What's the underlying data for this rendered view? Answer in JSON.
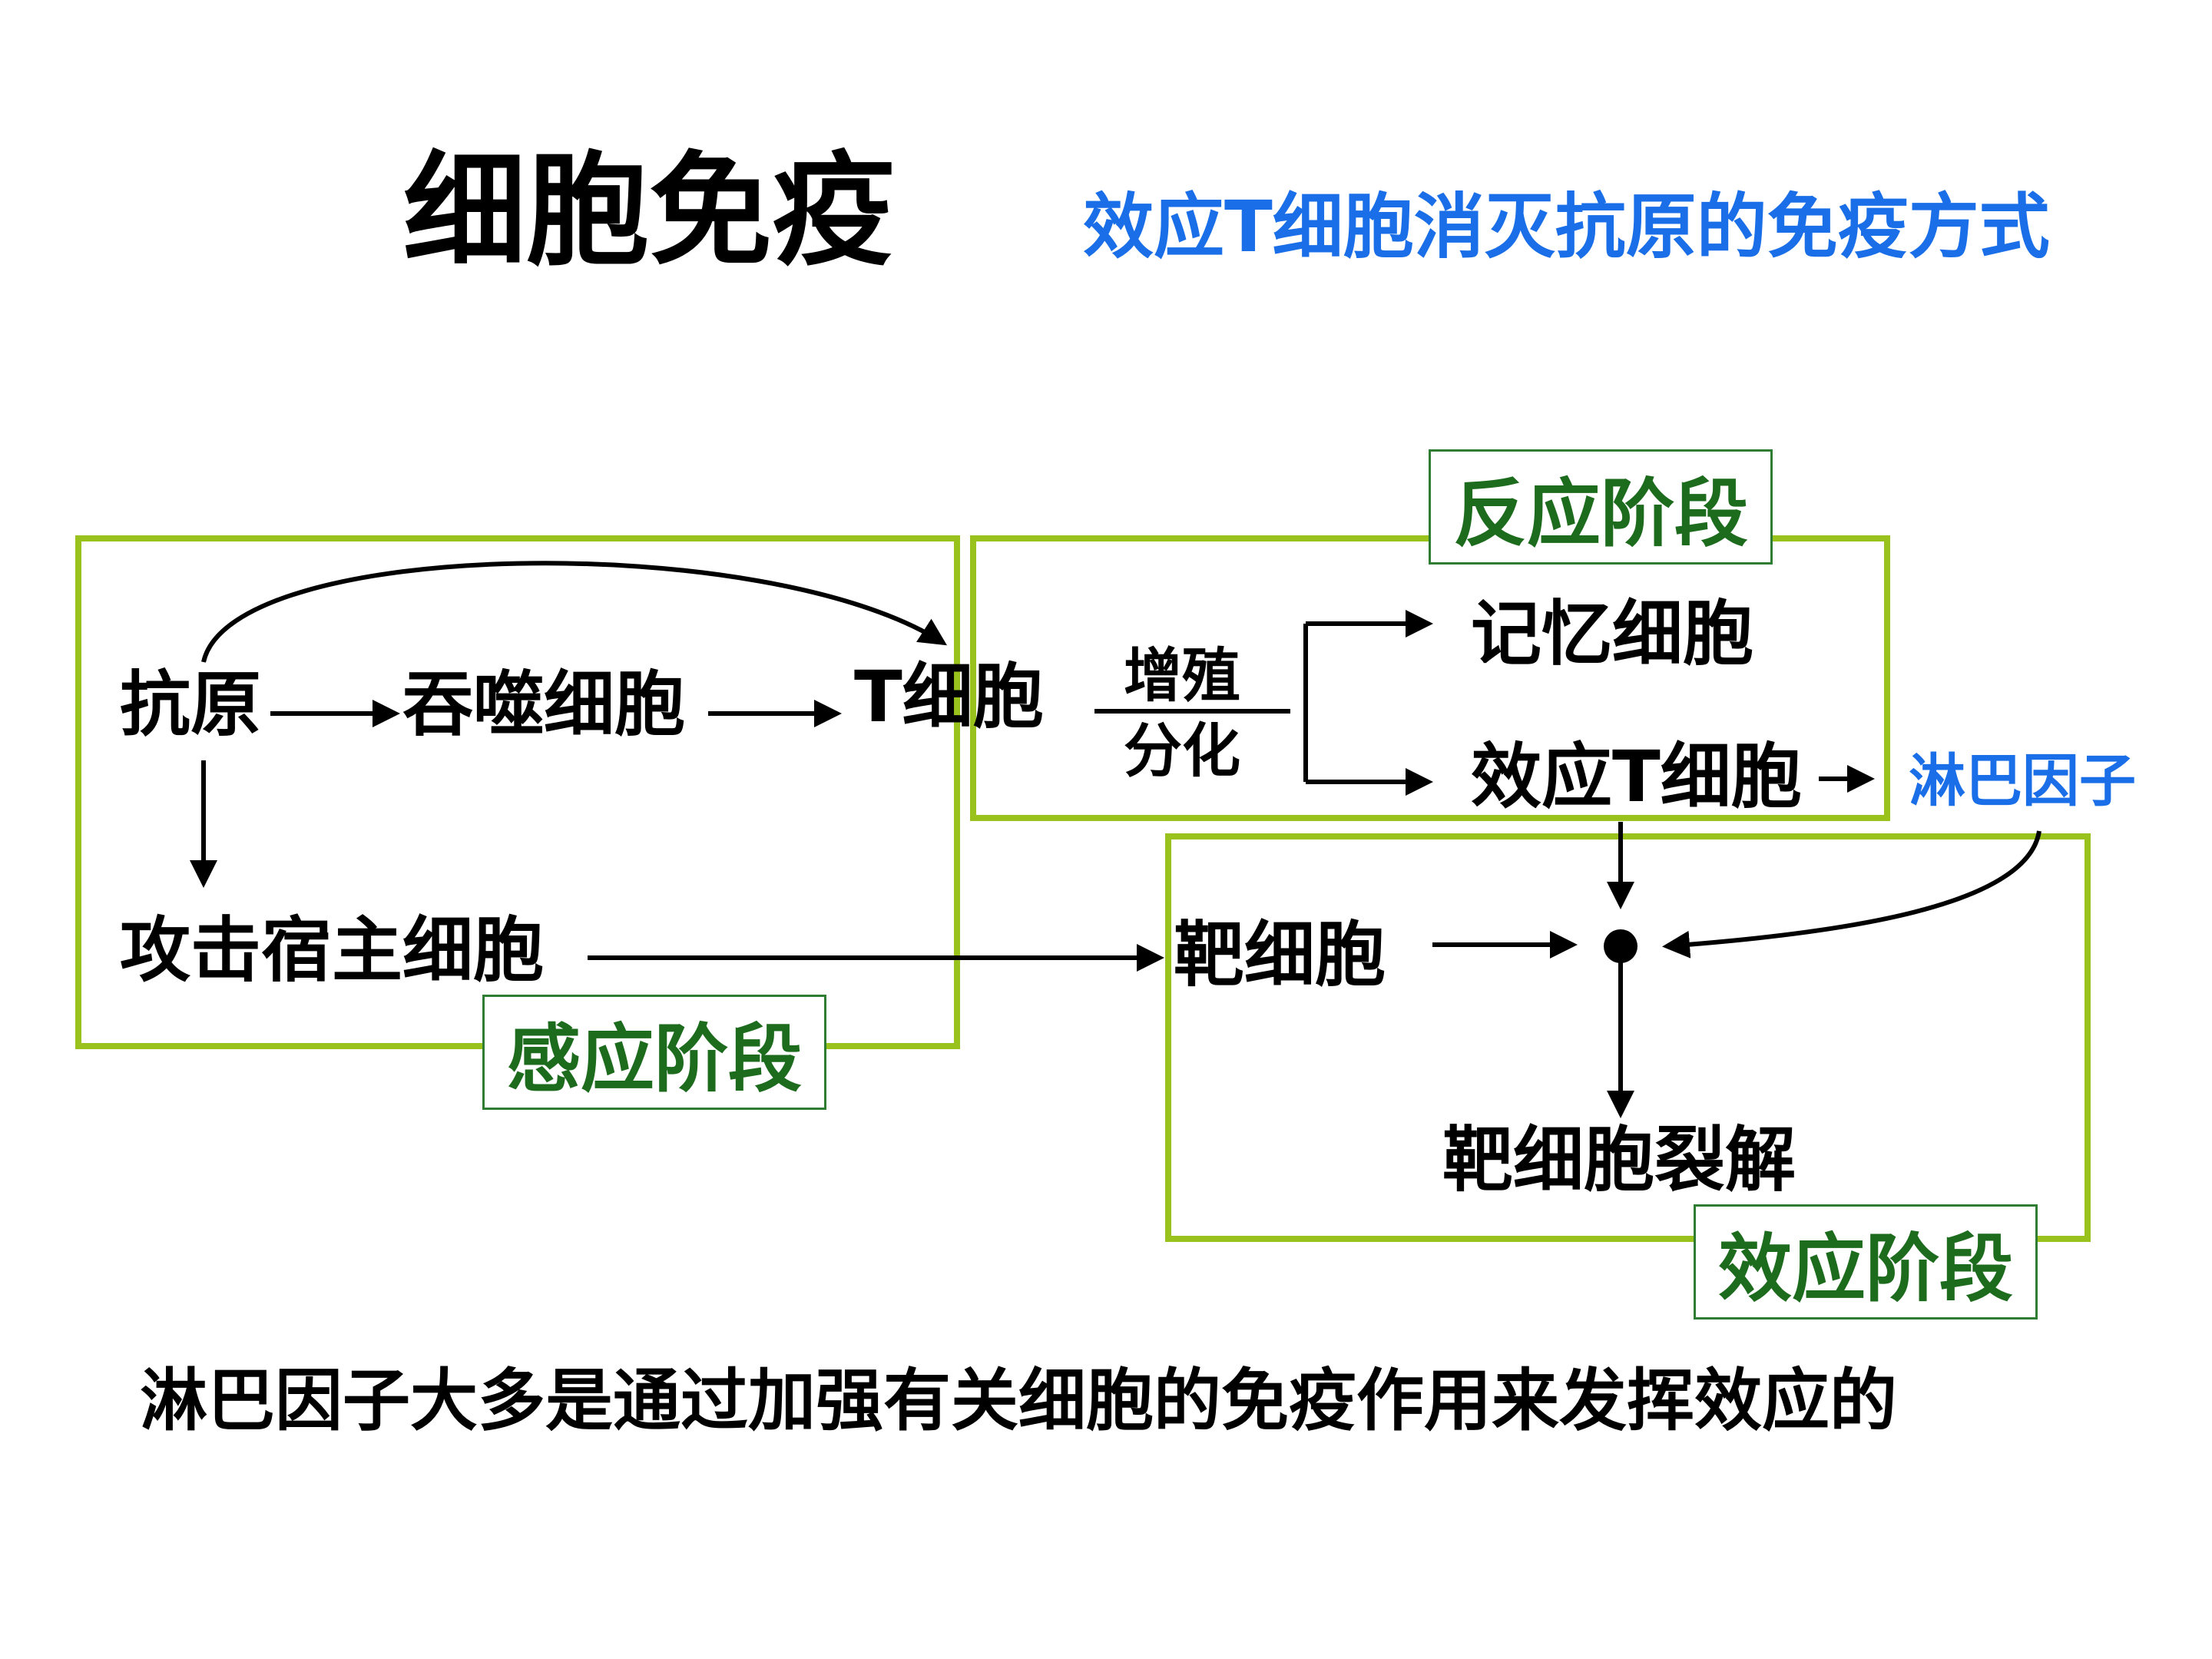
{
  "title": "细胞免疫",
  "subtitle": "效应T细胞消灭抗原的免疫方式",
  "stages": {
    "induction": "感应阶段",
    "reaction": "反应阶段",
    "effect": "效应阶段"
  },
  "nodes": {
    "antigen": "抗原",
    "phagocyte": "吞噬细胞",
    "t_cell": "T细胞",
    "proliferate": "增殖",
    "differentiate": "分化",
    "memory_cell": "记忆细胞",
    "effector_t": "效应T细胞",
    "lymphokine": "淋巴因子",
    "attack_host": "攻击宿主细胞",
    "target_cell": "靶细胞",
    "target_lysis": "靶细胞裂解"
  },
  "footer": "淋巴因子大多是通过加强有关细胞的免疫作用来发挥效应的"
}
